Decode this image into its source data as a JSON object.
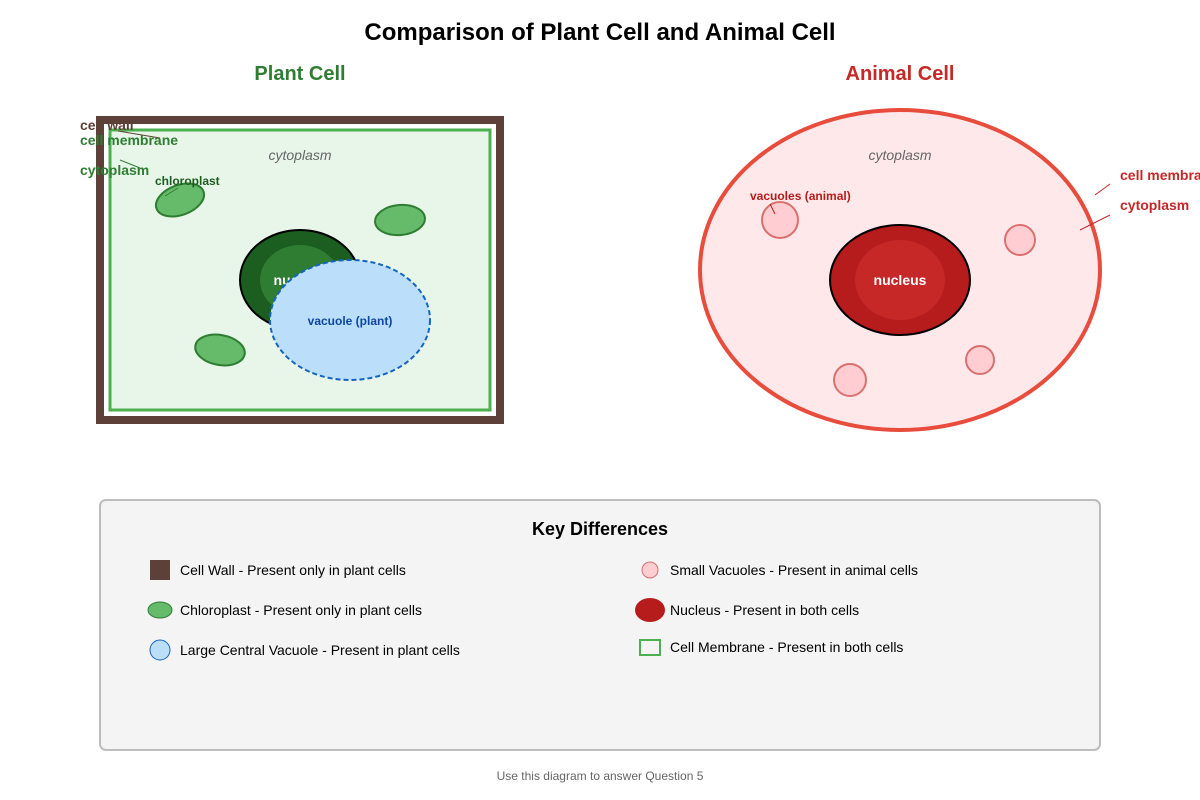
{
  "title": "Comparison of Plant Cell and Animal Cell",
  "plant": {
    "heading": "Plant Cell",
    "labels": {
      "cell_wall": "cell wall",
      "cell_membrane": "cell membrane",
      "cytoplasm_outside": "cytoplasm",
      "cytoplasm_inside": "cytoplasm",
      "chloroplast": "chloroplast",
      "nucleus": "nucleus",
      "vacuole": "vacuole (plant)"
    }
  },
  "animal": {
    "heading": "Animal Cell",
    "labels": {
      "cytoplasm_inside": "cytoplasm",
      "vacuoles": "vacuoles (animal)",
      "nucleus": "nucleus",
      "cell_membrane": "cell membrane",
      "cytoplasm_outside": "cytoplasm"
    }
  },
  "legend": {
    "title": "Key Differences",
    "items": [
      {
        "icon": "cell-wall-swatch-icon",
        "text": "Cell Wall - Present only in plant cells"
      },
      {
        "icon": "chloroplast-swatch-icon",
        "text": "Chloroplast - Present only in plant cells"
      },
      {
        "icon": "vacuole-swatch-icon",
        "text": "Large Central Vacuole - Present in plant cells"
      },
      {
        "icon": "small-vacuole-swatch-icon",
        "text": "Small Vacuoles - Present in animal cells"
      },
      {
        "icon": "nucleus-swatch-icon",
        "text": "Nucleus - Present in both cells"
      },
      {
        "icon": "cell-membrane-swatch-icon",
        "text": "Cell Membrane - Present in both cells"
      }
    ]
  },
  "footer": "Use this diagram to answer Question 5",
  "colors": {
    "plant_green": "#2e7d32",
    "animal_red": "#c62828",
    "cell_wall_brown": "#5d4037",
    "membrane_green": "#4caf50",
    "plant_cytoplasm": "#e8f5e9",
    "chloroplast": "#66bb6a",
    "vacuole_blue": "#bbdefb",
    "animal_membrane": "#e74c3c",
    "animal_cytoplasm": "#ffe8ea",
    "animal_nucleus": "#b71c1c",
    "small_vacuole": "#ffcdd2"
  }
}
